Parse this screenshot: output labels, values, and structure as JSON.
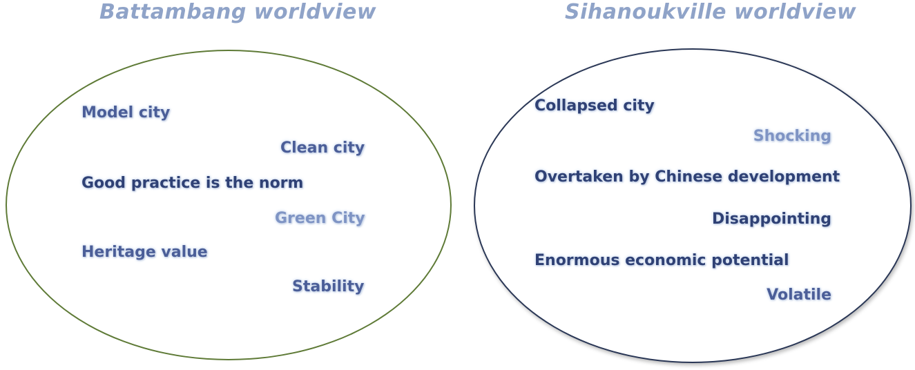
{
  "left": {
    "title": "Battambang worldview",
    "border_color": "#5e7a36",
    "terms": [
      "Model city",
      "Clean city",
      "Good practice is the norm",
      "Green City",
      "Heritage value",
      "Stability"
    ]
  },
  "right": {
    "title": "Sihanoukville worldview",
    "border_color": "#2a3756",
    "terms": [
      "Collapsed city",
      "Shocking",
      "Overtaken by Chinese development",
      "Disappointing",
      "Enormous economic potential",
      "Volatile"
    ]
  },
  "colors": {
    "title": "#8fa3c8",
    "term_dark": "#2f4175",
    "term_mid": "#4b5e98",
    "term_light": "#7f94c4"
  }
}
